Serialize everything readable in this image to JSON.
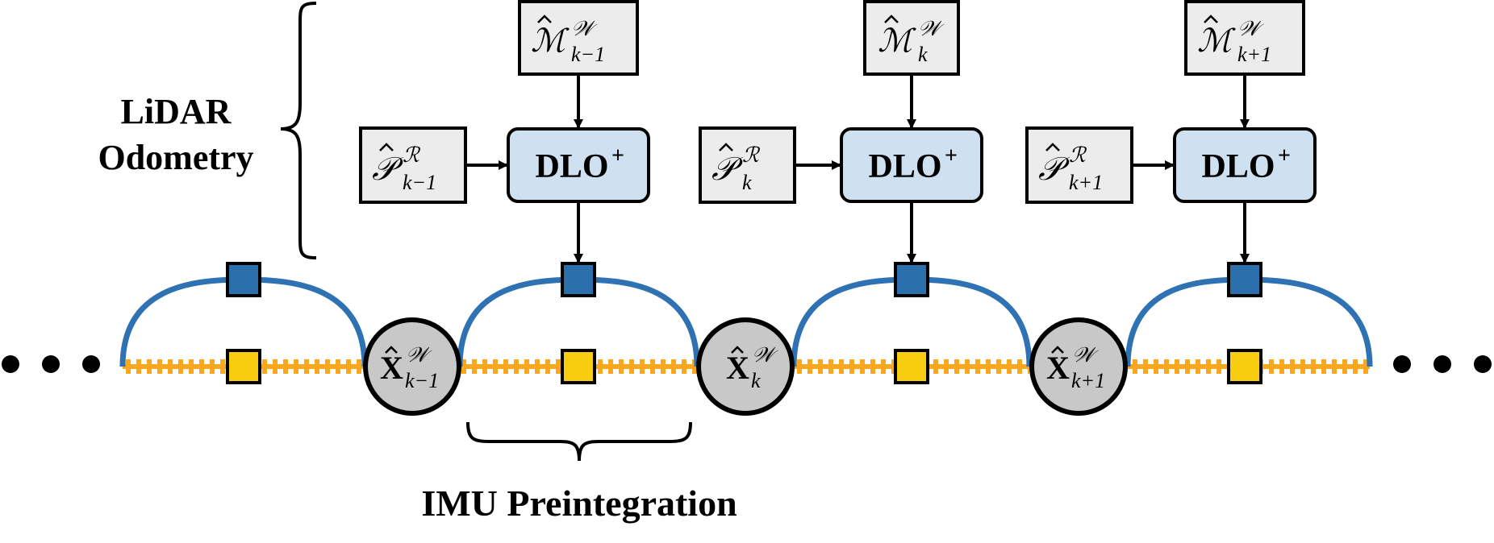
{
  "labels": {
    "lidar_line1": "LiDAR",
    "lidar_line2": "Odometry",
    "imu": "IMU Preintegration",
    "ellipsis_left": "• • •",
    "ellipsis_right": "• • •"
  },
  "colors": {
    "box_gray": "#ececec",
    "dlo_fill": "#cfe0f1",
    "node_gray": "#c8c8c8",
    "blue_factor": "#2b6fad",
    "yellow_factor": "#f8cc0f",
    "orange_chain": "#f8a81e",
    "arc_blue": "#2f72b4"
  },
  "modules": [
    {
      "map_symbol": "ℳ",
      "map_sup": "𝒲",
      "map_sub": "k−1",
      "cloud_symbol": "𝒫",
      "cloud_sup": "ℛ",
      "cloud_sub": "k−1",
      "dlo_label": "DLO",
      "dlo_sup": "+"
    },
    {
      "map_symbol": "ℳ",
      "map_sup": "𝒲",
      "map_sub": "k",
      "cloud_symbol": "𝒫",
      "cloud_sup": "ℛ",
      "cloud_sub": "k",
      "dlo_label": "DLO",
      "dlo_sup": "+"
    },
    {
      "map_symbol": "ℳ",
      "map_sup": "𝒲",
      "map_sub": "k+1",
      "cloud_symbol": "𝒫",
      "cloud_sup": "ℛ",
      "cloud_sub": "k+1",
      "dlo_label": "DLO",
      "dlo_sup": "+"
    }
  ],
  "state_nodes": [
    {
      "symbol": "X",
      "sup": "𝒲",
      "sub": "k−1"
    },
    {
      "symbol": "X",
      "sup": "𝒲",
      "sub": "k"
    },
    {
      "symbol": "X",
      "sup": "𝒲",
      "sub": "k+1"
    }
  ],
  "factor_segments": 4
}
